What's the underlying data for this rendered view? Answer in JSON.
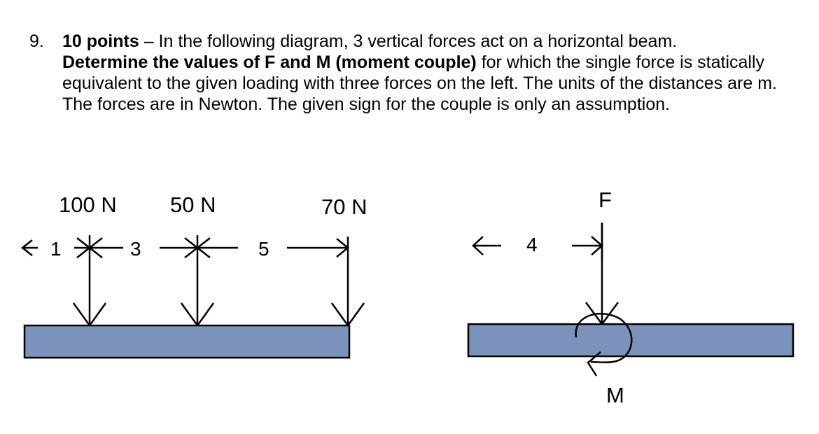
{
  "problem": {
    "number": "9.",
    "points": "10 points",
    "dash": " – ",
    "intro": "In the following diagram, 3 vertical forces act on a horizontal beam.",
    "task_bold": "Determine the values of F and M (moment couple)",
    "rest": " for which the single force is statically equivalent to the given loading with three forces on the left. The units of the distances are m. The forces are in Newton. The given sign for the couple is only an assumption."
  },
  "left_diagram": {
    "forces": [
      "100 N",
      "50 N",
      "70 N"
    ],
    "distances": [
      "1",
      "3",
      "5"
    ]
  },
  "right_diagram": {
    "force_label": "F",
    "distance": "4",
    "moment_label": "M"
  },
  "colors": {
    "beam_fill": "#7b92bb",
    "stroke": "#000000"
  }
}
